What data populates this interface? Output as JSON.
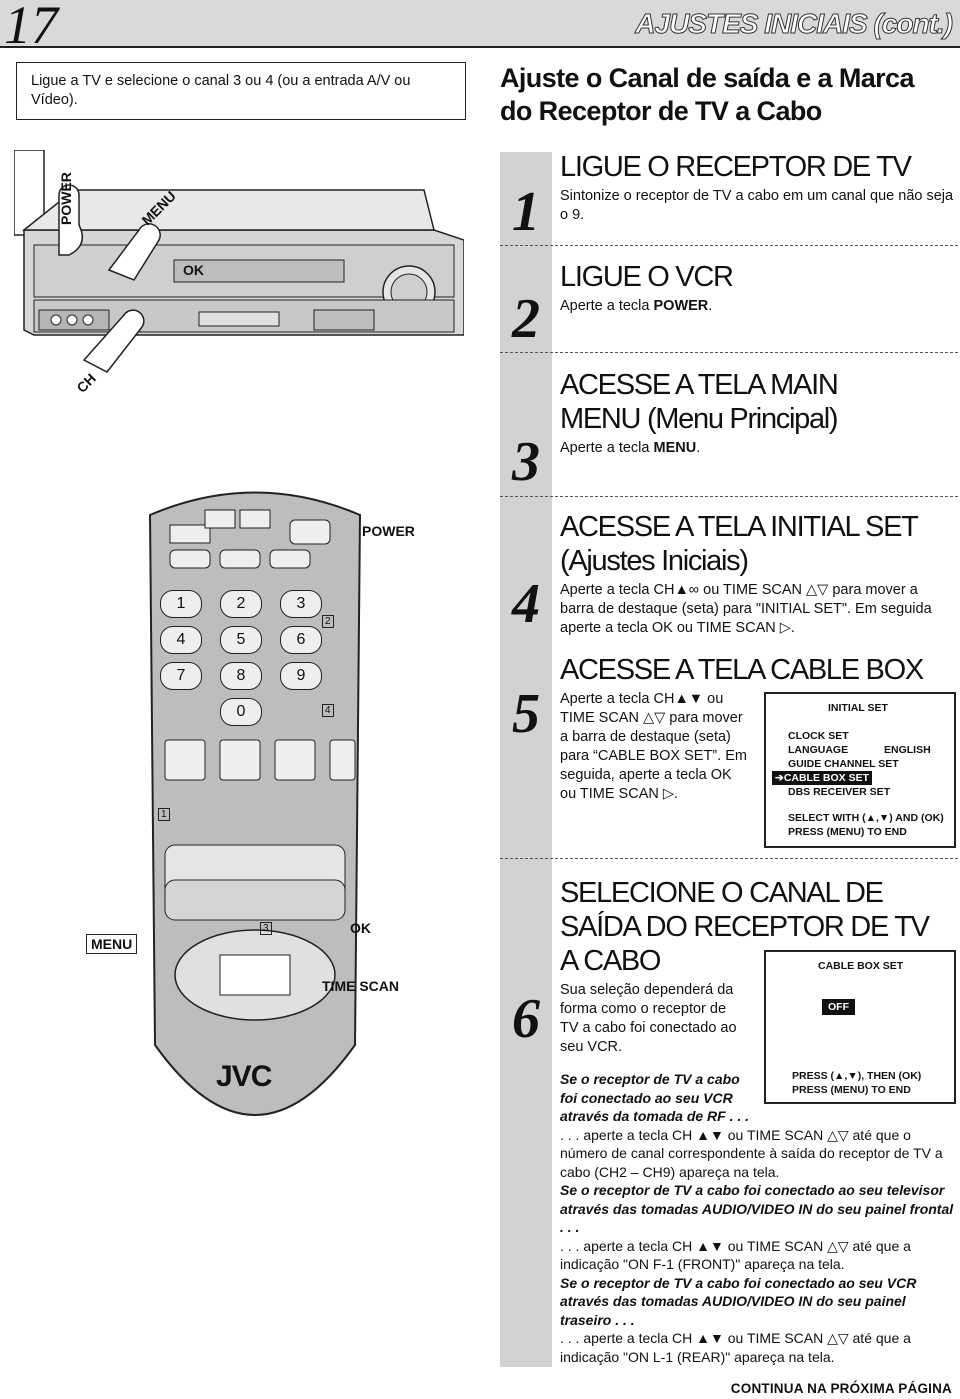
{
  "header": {
    "page_number": "17",
    "title": "AJUSTES INICIAIS (cont.)"
  },
  "intro": "Ligue a TV e selecione o canal 3 ou 4 (ou a entrada A/V ou Vídeo).",
  "section_title": "Ajuste o Canal de saída e a Marca do Receptor de TV a Cabo",
  "vcr_labels": {
    "power": "POWER",
    "menu": "MENU",
    "ok": "OK",
    "ch": "CH"
  },
  "remote": {
    "keys": [
      "1",
      "2",
      "3",
      "4",
      "5",
      "6",
      "7",
      "8",
      "9",
      "0"
    ],
    "box_markers": [
      "1",
      "2",
      "3",
      "4"
    ],
    "brand": "JVC",
    "labels": {
      "power": "POWER",
      "menu": "MENU",
      "ok": "OK",
      "time_scan": "TIME SCAN"
    }
  },
  "steps": [
    {
      "num": "1",
      "title": "LIGUE O RECEPTOR DE TV",
      "body": "Sintonize o receptor de TV a cabo em um canal que não seja o 9."
    },
    {
      "num": "2",
      "title": "LIGUE O VCR",
      "body_prefix": "Aperte a tecla ",
      "body_key": "POWER",
      "body_suffix": "."
    },
    {
      "num": "3",
      "title": "ACESSE A TELA MAIN MENU (Menu Principal)",
      "body_prefix": "Aperte a tecla ",
      "body_key": "MENU",
      "body_suffix": "."
    },
    {
      "num": "4",
      "title": "ACESSE A TELA INITIAL SET (Ajustes Iniciais)",
      "body": "Aperte a tecla CH▲∞ ou TIME SCAN △▽ para mover a barra de destaque (seta) para \"INITIAL SET\". Em seguida aperte a tecla OK ou TIME SCAN ▷."
    },
    {
      "num": "5",
      "title": "ACESSE A TELA CABLE BOX",
      "body": "Aperte a tecla CH▲▼ ou TIME SCAN △▽ para mover a barra de destaque (seta) para “CABLE BOX SET”. Em seguida, aperte a tecla OK ou TIME SCAN ▷."
    },
    {
      "num": "6",
      "title": "SELECIONE O CANAL DE SAÍDA DO RECEPTOR DE TV A CABO",
      "body": "Sua seleção dependerá da forma como o receptor de TV a cabo foi conectado ao seu VCR."
    }
  ],
  "screen_initial_set": {
    "title": "INITIAL SET",
    "items": [
      "CLOCK SET",
      "LANGUAGE",
      "GUIDE CHANNEL SET",
      "CABLE BOX SET",
      "DBS RECEIVER SET"
    ],
    "language_value": "ENGLISH",
    "selected": "CABLE BOX SET",
    "footer1": "SELECT WITH (▲,▼) AND (OK)",
    "footer2": "PRESS (MENU) TO END"
  },
  "screen_cable_box": {
    "title": "CABLE BOX SET",
    "value": "OFF",
    "footer1": "PRESS (▲,▼), THEN (OK)",
    "footer2": "PRESS (MENU) TO END"
  },
  "notes": [
    {
      "cond": "Se o receptor de TV a cabo foi conectado ao seu VCR através da tomada de RF . . .",
      "text": ". . . aperte a tecla CH ▲▼ ou TIME SCAN △▽ até que o número de canal correspondente à saída do receptor de TV a cabo (CH2 – CH9) apareça na tela."
    },
    {
      "cond": "Se o receptor de TV a cabo foi conectado ao seu televisor através das tomadas AUDIO/VIDEO IN do seu painel frontal . . .",
      "text": ". . . aperte a tecla CH ▲▼ ou TIME SCAN △▽ até que a indicação \"ON F-1 (FRONT)\" apareça na tela."
    },
    {
      "cond": "Se o receptor de TV a cabo foi conectado ao seu VCR através das tomadas AUDIO/VIDEO IN do seu painel traseiro . . .",
      "text": ". . . aperte a tecla CH ▲▼ ou TIME SCAN △▽ até que a indicação \"ON L-1 (REAR)\" apareça na tela."
    }
  ],
  "continue": "CONTINUA NA PRÓXIMA PÁGINA"
}
